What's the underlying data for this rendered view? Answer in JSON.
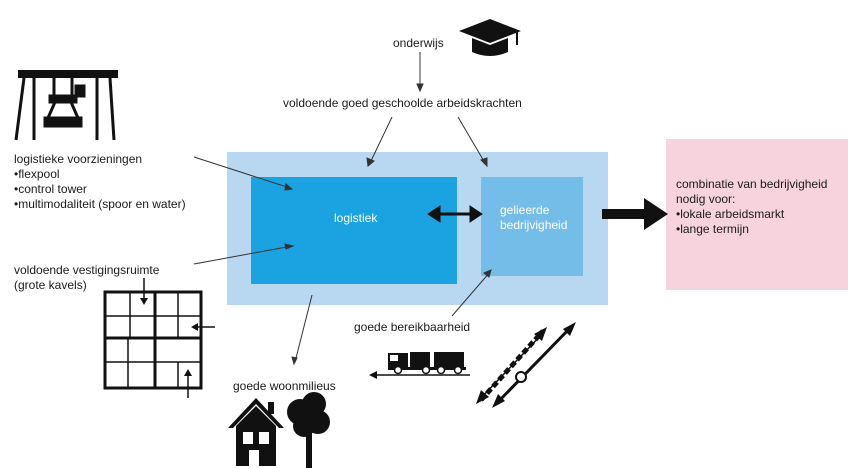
{
  "header": {
    "title_clipped": ""
  },
  "nodes": {
    "onderwijs": "onderwijs",
    "arbeidskrachten": "voldoende goed geschoolde arbeidskrachten",
    "logistiek": "logistiek",
    "gelieerde_line1": "gelieerde",
    "gelieerde_line2": "bedrijvigheid",
    "logistieke_title": "logistieke voorzieningen",
    "logistieke_items": [
      "flexpool",
      "control tower",
      "multimodaliteit (spoor en water)"
    ],
    "vestigingsruimte_line1": "voldoende vestigingsruimte",
    "vestigingsruimte_line2": "(grote kavels)",
    "bereikbaarheid": "goede bereikbaarheid",
    "woonmilieus": "goede woonmilieus",
    "combinatie_line1": "combinatie van bedrijvigheid",
    "combinatie_line2": "nodig voor:",
    "combinatie_items": [
      "lokale arbeidsmarkt",
      "lange termijn"
    ]
  },
  "icons": [
    "graduation-cap-icon",
    "gantry-crane-icon",
    "parcel-grid-icon",
    "truck-icon",
    "railway-icon",
    "house-icon",
    "tree-icon"
  ],
  "colors": {
    "outer_box": "#b8d8f2",
    "logistiek_box": "#1aa3e0",
    "gelieerde_box": "#74bde9",
    "combinatie_box": "#f7d3de",
    "inner_text": "#ffffff",
    "lines": "#333333"
  }
}
